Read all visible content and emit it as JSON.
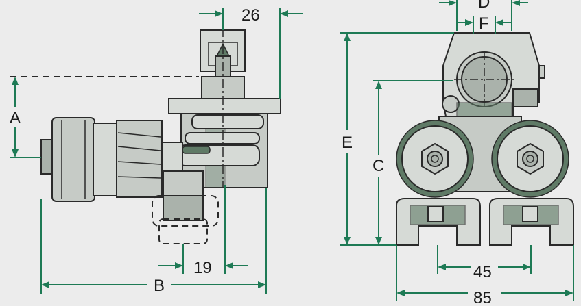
{
  "dimension_labels": {
    "a": "A",
    "b": "B",
    "c": "C",
    "d": "D",
    "e": "E",
    "f": "F",
    "top_width": "26",
    "bottom_width": "19",
    "wheel_spacing": "45",
    "overall_width": "85"
  },
  "colors": {
    "background": "#ececec",
    "dimension_line": "#1e7a55",
    "part_fill": "#c6cbc6",
    "part_shade": "#5f7a66",
    "outline": "#2a2a2a"
  }
}
